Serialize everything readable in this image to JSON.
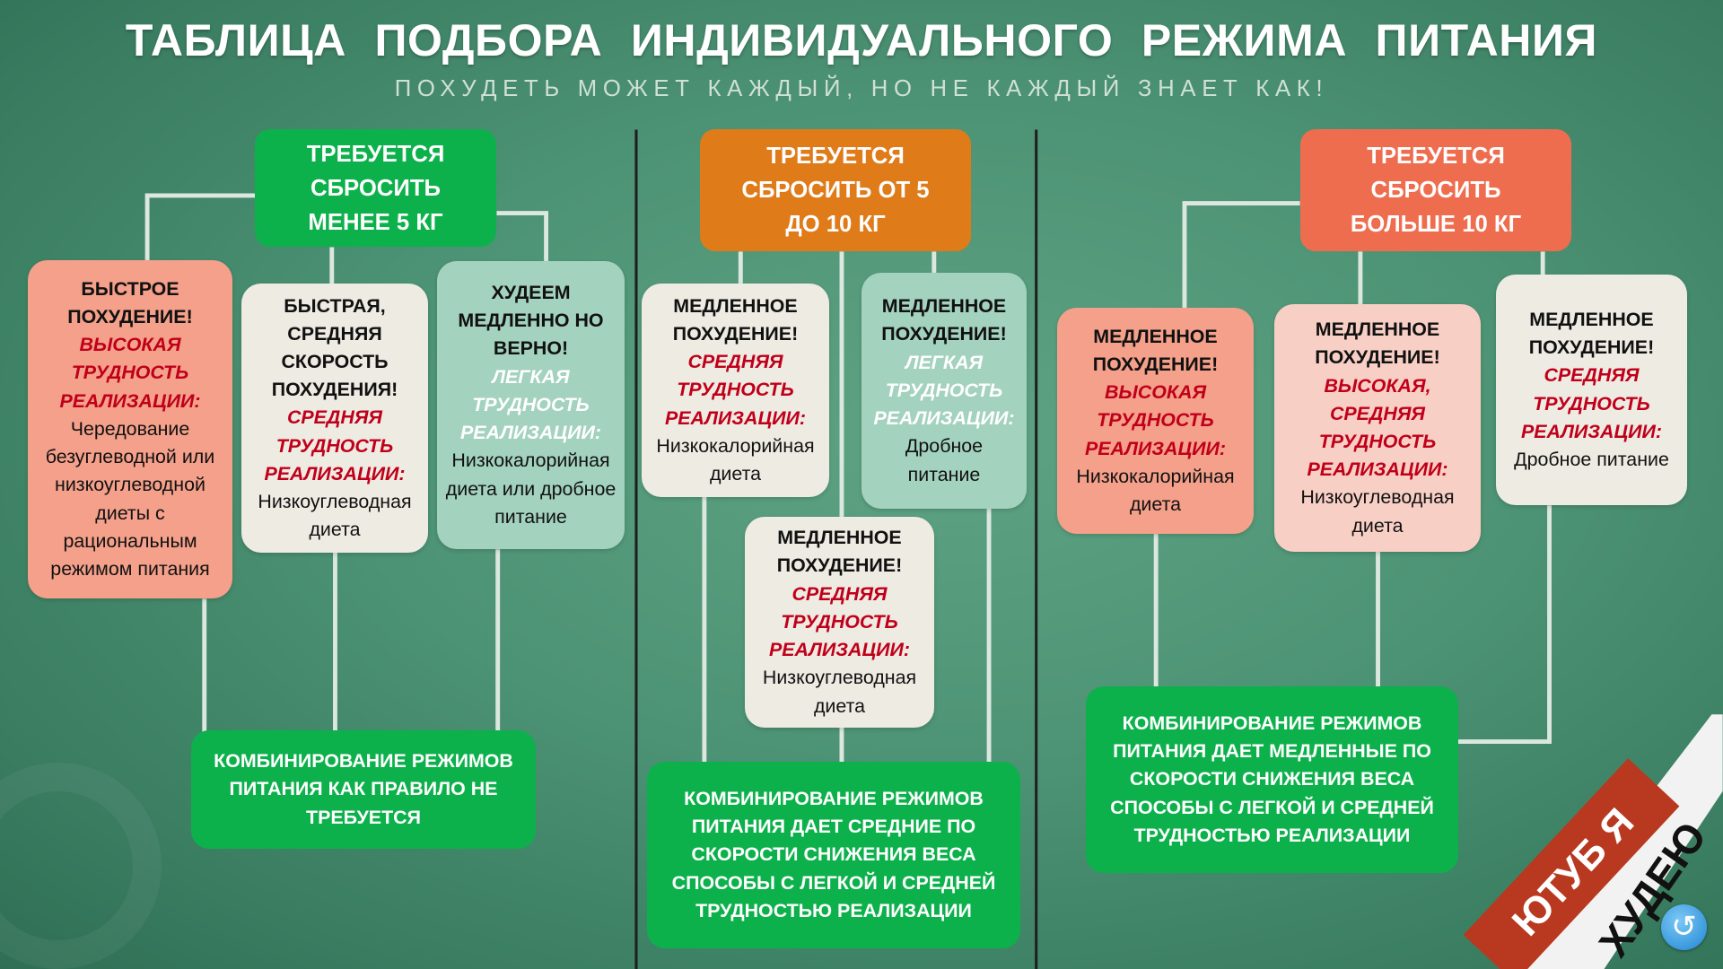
{
  "title": "ТАБЛИЦА ПОДБОРА ИНДИВИДУАЛЬНОГО РЕЖИМА ПИТАНИЯ",
  "subtitle": "ПОХУДЕТЬ МОЖЕТ КАЖДЫЙ, НО НЕ КАЖДЫЙ ЗНАЕТ КАК!",
  "colors": {
    "green": "#0db14b",
    "orange": "#e07b1a",
    "coral": "#ef6d4f",
    "salmon": "#f4a08a",
    "light": "#eeebe3",
    "mint": "#a3d2be",
    "pink": "#f8cfc5",
    "red_text": "#c0001a"
  },
  "columns": [
    {
      "header": "ТРЕБУЕТСЯ СБРОСИТЬ МЕНЕЕ 5 КГ",
      "options": [
        {
          "heading": "БЫСТРОЕ ПОХУДЕНИЕ!",
          "difficulty": "ВЫСОКАЯ ТРУДНОСТЬ РЕАЛИЗАЦИИ:",
          "description": "Чередование безуглеводной или низкоуглеводной диеты с рациональным режимом питания"
        },
        {
          "heading": "БЫСТРАЯ, СРЕДНЯЯ СКОРОСТЬ ПОХУДЕНИЯ!",
          "difficulty": "СРЕДНЯЯ ТРУДНОСТЬ РЕАЛИЗАЦИИ:",
          "description": "Низкоуглеводная диета"
        },
        {
          "heading": "ХУДЕЕМ МЕДЛЕННО НО ВЕРНО!",
          "difficulty": "ЛЕГКАЯ ТРУДНОСТЬ РЕАЛИЗАЦИИ:",
          "description": "Низкокалорийная диета или дробное питание"
        }
      ],
      "summary": "КОМБИНИРОВАНИЕ РЕЖИМОВ ПИТАНИЯ КАК ПРАВИЛО НЕ ТРЕБУЕТСЯ"
    },
    {
      "header": "ТРЕБУЕТСЯ СБРОСИТЬ ОТ 5 ДО 10 КГ",
      "options": [
        {
          "heading": "МЕДЛЕННОЕ ПОХУДЕНИЕ!",
          "difficulty": "СРЕДНЯЯ ТРУДНОСТЬ РЕАЛИЗАЦИИ:",
          "description": "Низкокалорийная диета"
        },
        {
          "heading": "МЕДЛЕННОЕ ПОХУДЕНИЕ!",
          "difficulty": "ЛЕГКАЯ ТРУДНОСТЬ РЕАЛИЗАЦИИ:",
          "description": "Дробное питание"
        },
        {
          "heading": "МЕДЛЕННОЕ ПОХУДЕНИЕ!",
          "difficulty": "СРЕДНЯЯ ТРУДНОСТЬ РЕАЛИЗАЦИИ:",
          "description": "Низкоуглеводная диета"
        }
      ],
      "summary": "КОМБИНИРОВАНИЕ РЕЖИМОВ ПИТАНИЯ ДАЕТ СРЕДНИЕ ПО СКОРОСТИ СНИЖЕНИЯ ВЕСА СПОСОБЫ С ЛЕГКОЙ И СРЕДНЕЙ ТРУДНОСТЬЮ РЕАЛИЗАЦИИ"
    },
    {
      "header": "ТРЕБУЕТСЯ СБРОСИТЬ БОЛЬШЕ 10 КГ",
      "options": [
        {
          "heading": "МЕДЛЕННОЕ ПОХУДЕНИЕ!",
          "difficulty": "ВЫСОКАЯ ТРУДНОСТЬ РЕАЛИЗАЦИИ:",
          "description": "Низкокалорийная диета"
        },
        {
          "heading": "МЕДЛЕННОЕ ПОХУДЕНИЕ!",
          "difficulty": "ВЫСОКАЯ, СРЕДНЯЯ ТРУДНОСТЬ РЕАЛИЗАЦИИ:",
          "description": "Низкоуглеводная диета"
        },
        {
          "heading": "МЕДЛЕННОЕ ПОХУДЕНИЕ!",
          "difficulty": "СРЕДНЯЯ ТРУДНОСТЬ РЕАЛИЗАЦИИ:",
          "description": "Дробное питание"
        }
      ],
      "summary": "КОМБИНИРОВАНИЕ РЕЖИМОВ ПИТАНИЯ ДАЕТ МЕДЛЕННЫЕ ПО СКОРОСТИ СНИЖЕНИЯ ВЕСА СПОСОБЫ С ЛЕГКОЙ И СРЕДНЕЙ ТРУДНОСТЬЮ РЕАЛИЗАЦИИ"
    }
  ],
  "logo": {
    "line1": "ЮТУБ Я",
    "line2": "ХУДЕЮ"
  },
  "replay_icon": "refresh-icon"
}
